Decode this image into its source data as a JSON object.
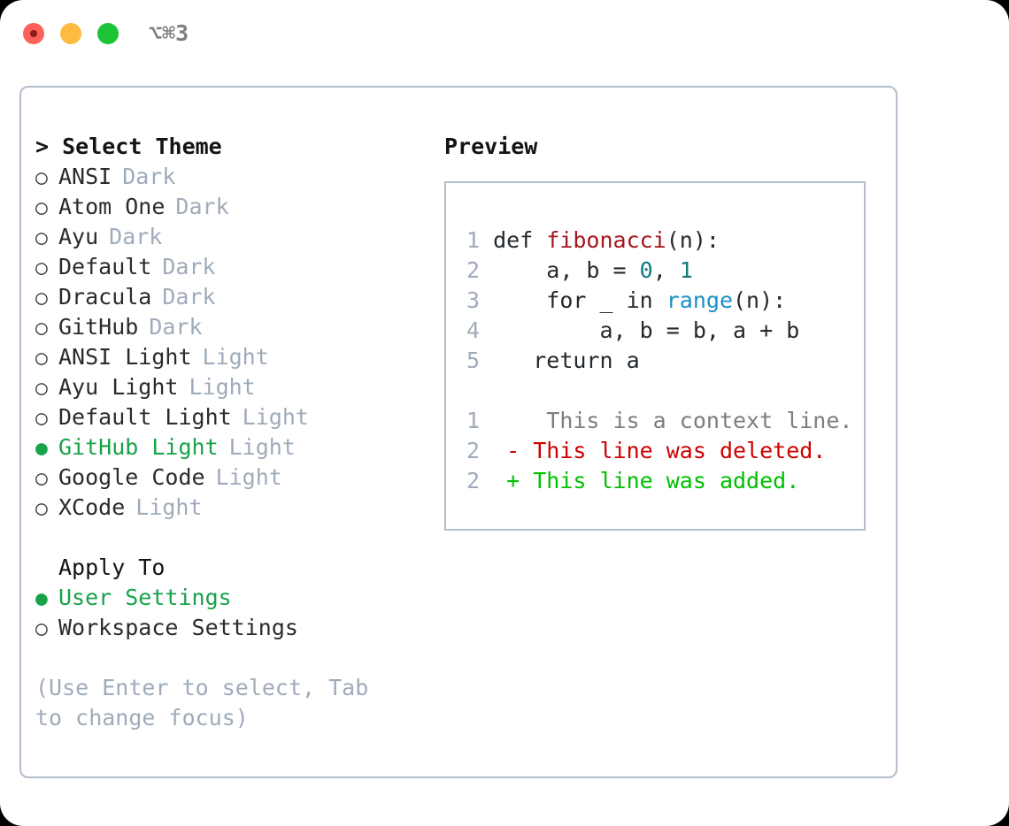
{
  "titlebar": {
    "shortcut": "⌥⌘3",
    "buttons": [
      "close",
      "minimize",
      "zoom"
    ]
  },
  "left": {
    "heading": "> Select Theme",
    "themes": [
      {
        "marker": "○",
        "name": "ANSI",
        "variant": "Dark",
        "selected": false
      },
      {
        "marker": "○",
        "name": "Atom One",
        "variant": "Dark",
        "selected": false
      },
      {
        "marker": "○",
        "name": "Ayu",
        "variant": "Dark",
        "selected": false
      },
      {
        "marker": "○",
        "name": "Default",
        "variant": "Dark",
        "selected": false
      },
      {
        "marker": "○",
        "name": "Dracula",
        "variant": "Dark",
        "selected": false
      },
      {
        "marker": "○",
        "name": "GitHub",
        "variant": "Dark",
        "selected": false
      },
      {
        "marker": "○",
        "name": "ANSI Light",
        "variant": "Light",
        "selected": false
      },
      {
        "marker": "○",
        "name": "Ayu Light",
        "variant": "Light",
        "selected": false
      },
      {
        "marker": "○",
        "name": "Default Light",
        "variant": "Light",
        "selected": false
      },
      {
        "marker": "●",
        "name": "GitHub Light",
        "variant": "Light",
        "selected": true
      },
      {
        "marker": "○",
        "name": "Google Code",
        "variant": "Light",
        "selected": false
      },
      {
        "marker": "○",
        "name": "XCode",
        "variant": "Light",
        "selected": false
      }
    ],
    "apply_to_heading": "Apply To",
    "apply_to": [
      {
        "marker": "●",
        "label": "User Settings",
        "selected": true
      },
      {
        "marker": "○",
        "label": "Workspace Settings",
        "selected": false
      }
    ],
    "hint": "(Use Enter to select, Tab to change focus)"
  },
  "right": {
    "heading": "Preview",
    "code_lines": [
      {
        "number": "1",
        "tokens": [
          {
            "text": "def ",
            "kind": "def"
          },
          {
            "text": "fibonacci",
            "kind": "fn"
          },
          {
            "text": "(n):",
            "kind": "plain"
          }
        ]
      },
      {
        "number": "2",
        "tokens": [
          {
            "text": "    a, b = ",
            "kind": "plain"
          },
          {
            "text": "0",
            "kind": "num"
          },
          {
            "text": ", ",
            "kind": "plain"
          },
          {
            "text": "1",
            "kind": "num"
          }
        ]
      },
      {
        "number": "3",
        "tokens": [
          {
            "text": "    for _ in ",
            "kind": "plain"
          },
          {
            "text": "range",
            "kind": "call"
          },
          {
            "text": "(n):",
            "kind": "plain"
          }
        ]
      },
      {
        "number": "4",
        "tokens": [
          {
            "text": "        a, b = b, a + b",
            "kind": "plain"
          }
        ]
      },
      {
        "number": "5",
        "tokens": [
          {
            "text": "   return a",
            "kind": "plain"
          }
        ]
      }
    ],
    "diff_lines": [
      {
        "number": "1",
        "sign": " ",
        "text": "  This is a context line.",
        "kind": "ctx"
      },
      {
        "number": "2",
        "sign": "-",
        "text": " This line was deleted.",
        "kind": "del"
      },
      {
        "number": "2",
        "sign": "+",
        "text": " This line was added.",
        "kind": "add"
      }
    ]
  },
  "colors": {
    "accent_green": "#19a24a",
    "muted": "#9fabbb",
    "border": "#b3bdcc",
    "diff_delete": "#cc0000",
    "diff_add": "#00c000",
    "token_function": "#a4161a",
    "token_number": "#0c7b7b",
    "token_call": "#1b8fc4"
  }
}
